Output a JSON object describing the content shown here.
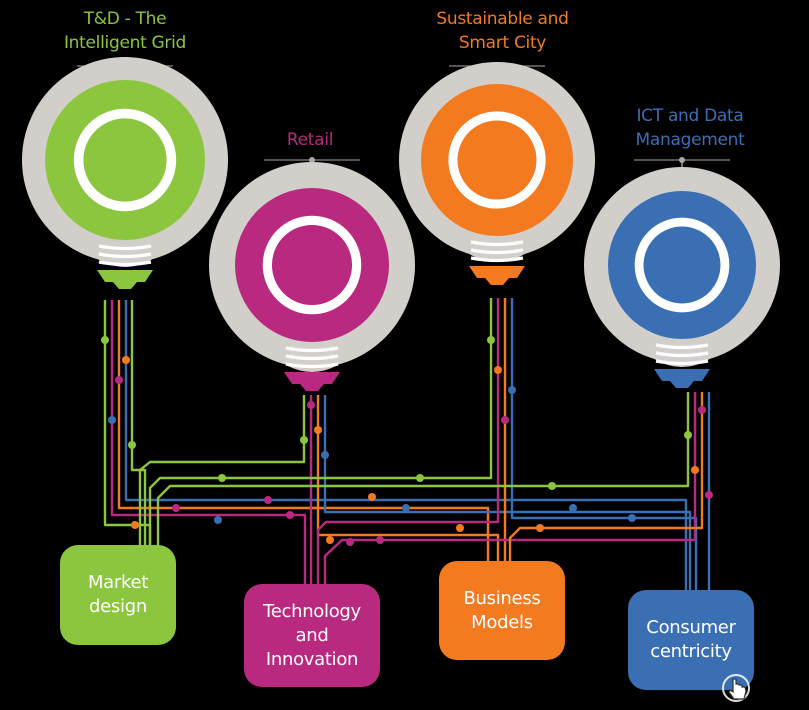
{
  "colors": {
    "green": "#8cc63f",
    "magenta": "#b8297f",
    "orange": "#f47a20",
    "blue": "#3a6fb4",
    "bulb_glass": "#d2cfca"
  },
  "bulbs": [
    {
      "id": "td",
      "title": "T&D - The\nIntelligent Grid",
      "color": "green"
    },
    {
      "id": "retail",
      "title": "Retail",
      "color": "magenta"
    },
    {
      "id": "city",
      "title": "Sustainable and\nSmart City",
      "color": "orange"
    },
    {
      "id": "ict",
      "title": "ICT and Data\nManagement",
      "color": "blue"
    }
  ],
  "boxes": [
    {
      "id": "market",
      "label": "Market\ndesign",
      "color": "green"
    },
    {
      "id": "tech",
      "label": "Technology\nand\nInnovation",
      "color": "magenta"
    },
    {
      "id": "business",
      "label": "Business\nModels",
      "color": "orange"
    },
    {
      "id": "consumer",
      "label": "Consumer\ncentricity",
      "color": "blue"
    }
  ],
  "cursor_icon": "hand-pointer-icon"
}
